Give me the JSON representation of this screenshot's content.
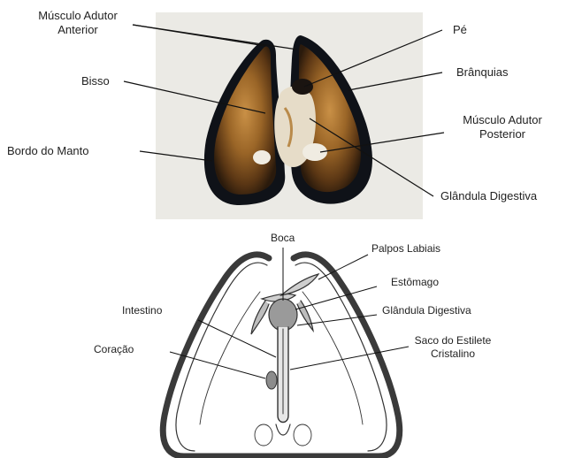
{
  "photo_labels": {
    "musculo_adutor_anterior_1": "Músculo Adutor",
    "musculo_adutor_anterior_2": "Anterior",
    "bisso": "Bisso",
    "bordo_do_manto": "Bordo do Manto",
    "pe": "Pé",
    "branquias": "Brânquias",
    "musculo_adutor_posterior_1": "Músculo Adutor",
    "musculo_adutor_posterior_2": "Posterior",
    "glandula_digestiva": "Glândula Digestiva"
  },
  "drawing_labels": {
    "boca": "Boca",
    "palpos_labiais": "Palpos Labiais",
    "estomago": "Estômago",
    "glandula_digestiva": "Glândula Digestiva",
    "intestino": "Intestino",
    "coracao": "Coração",
    "saco_do_estilete_1": "Saco do Estilete",
    "saco_do_estilete_2": "Cristalino"
  },
  "colors": {
    "photo_background": "#ecebe6",
    "shell_dark": "#101319",
    "mantle_brown": "#8a5a2a",
    "drawing_line": "#333333"
  }
}
